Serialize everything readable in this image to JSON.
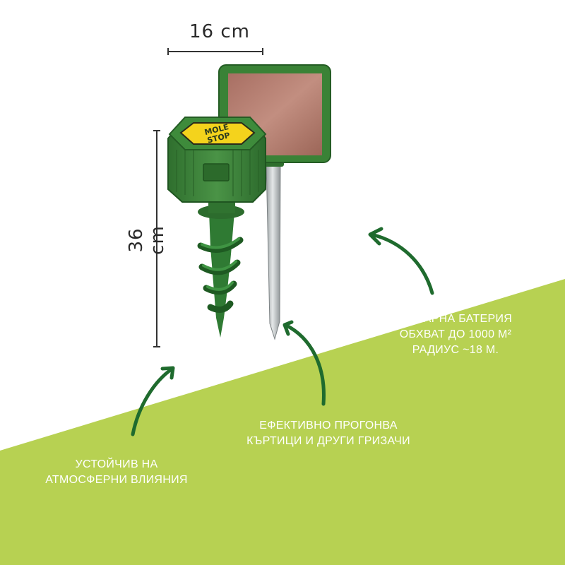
{
  "dimensions": {
    "width_label": "16 cm",
    "height_label": "36 cm"
  },
  "product": {
    "logo_text_line1": "MOLE",
    "logo_text_line2": "STOP"
  },
  "captions": {
    "solar": [
      "СОЛАРНА БАТЕРИЯ",
      "ОБХВАТ ДО 1000 М²",
      "РАДИУС ~18 М."
    ],
    "effect": [
      "ЕФЕКТИВНО ПРОГОНВА",
      "КЪРТИЦИ И ДРУГИ ГРИЗАЧИ"
    ],
    "weather": [
      "УСТОЙЧИВ НА",
      "АТМОСФЕРНИ ВЛИЯНИЯ"
    ]
  },
  "colors": {
    "background": "#ffffff",
    "slope": "#b7d152",
    "arrow": "#1f6b2e",
    "device_green": "#3d8a3a",
    "logo_yellow": "#f4d31c",
    "solar_panel": "#b0776a",
    "caption_text": "#ffffff"
  }
}
